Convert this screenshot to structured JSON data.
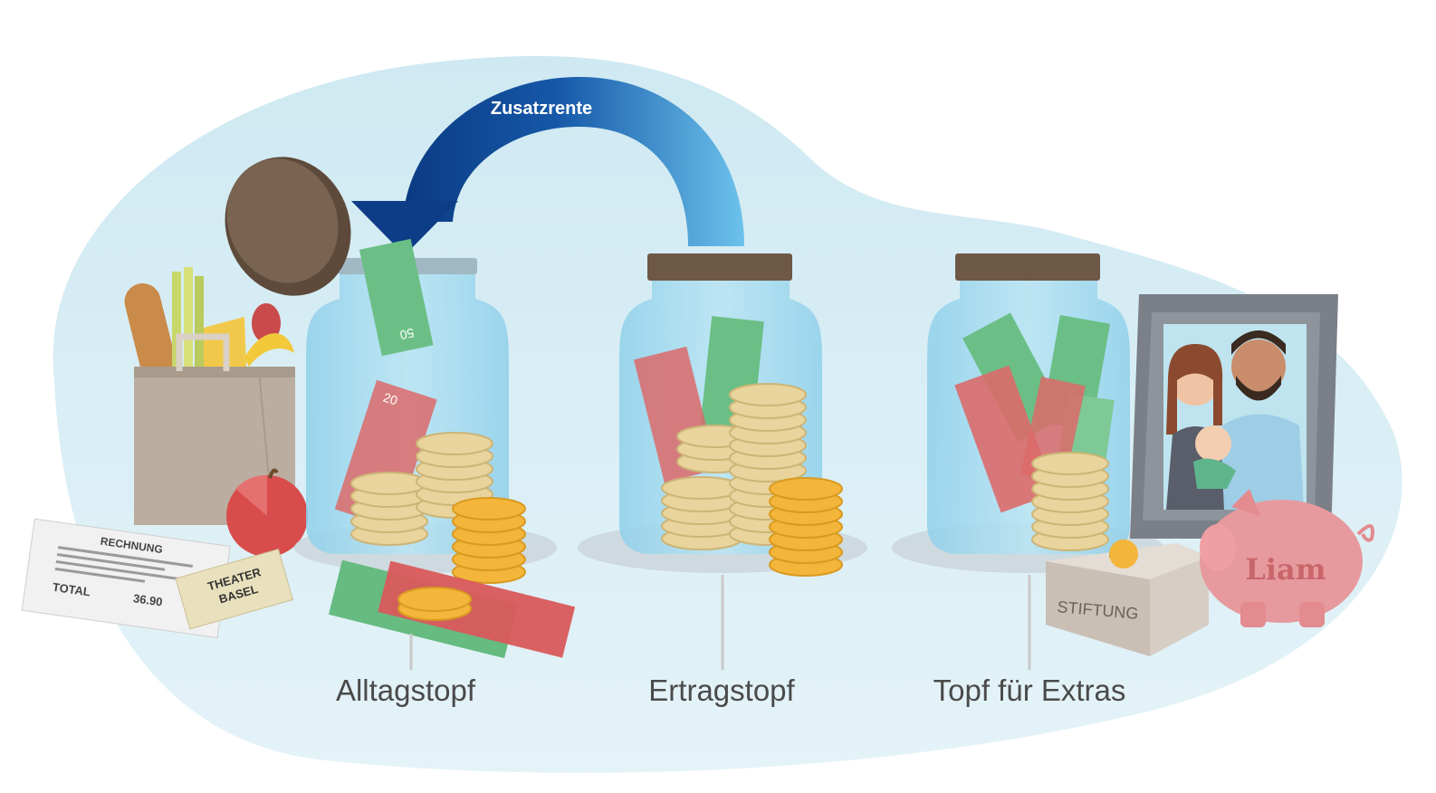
{
  "arrow": {
    "label": "Zusatzrente"
  },
  "pots": [
    {
      "label": "Alltagstopf"
    },
    {
      "label": "Ertragstopf"
    },
    {
      "label": "Topf für Extras"
    }
  ],
  "items": {
    "receipt_title": "RECHNUNG",
    "receipt_total_label": "TOTAL",
    "receipt_total_value": "36.90",
    "ticket_line1": "THEATER",
    "ticket_line2": "BASEL",
    "donation_box": "STIFTUNG",
    "piggy_name": "Liam",
    "note_50": "50",
    "note_20": "20"
  },
  "colors": {
    "background_blob": "#d6edf4",
    "arrow_dark": "#0d3d86",
    "arrow_light": "#57b4e6",
    "jar_glass": "#a9dcef",
    "lid": "#6e5846",
    "coin": "#f3b53a",
    "coin_pale": "#e9d49f",
    "note_green": "#63b77d",
    "note_red": "#d6565a",
    "label_text": "#4a4a4a"
  }
}
